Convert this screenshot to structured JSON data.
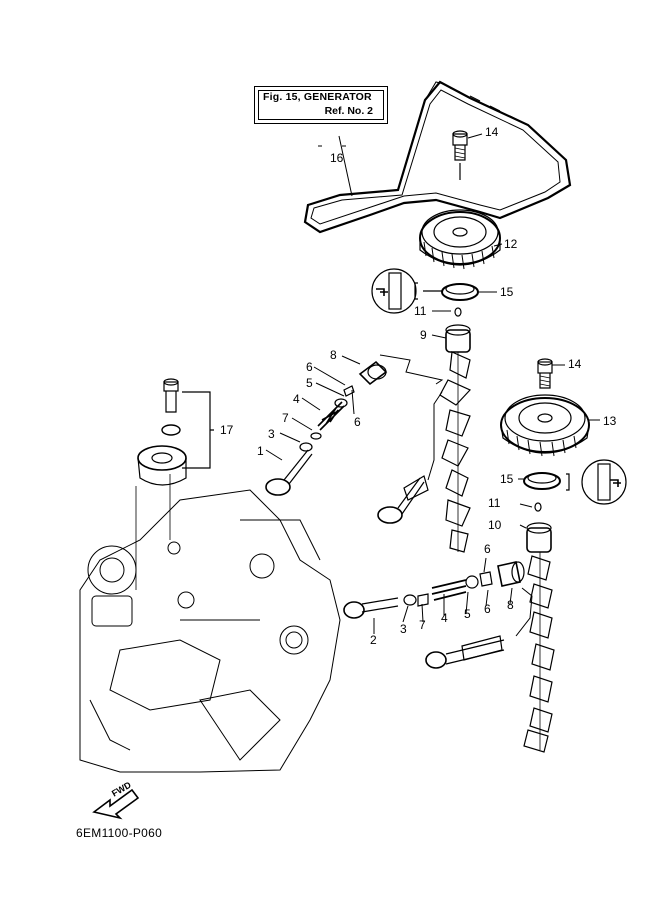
{
  "reference_box": {
    "line1": "Fig. 15, GENERATOR",
    "line2": "Ref. No. 2"
  },
  "fwd_label": "FWD",
  "diagram_code": "6EM1100-P060",
  "callouts": {
    "c1": "1",
    "c2": "2",
    "c3a": "3",
    "c3b": "3",
    "c4a": "4",
    "c4b": "4",
    "c5a": "5",
    "c5b": "5",
    "c6a": "6",
    "c6b": "6",
    "c6c": "6",
    "c6d": "6",
    "c7a": "7",
    "c7b": "7",
    "c8a": "8",
    "c8b": "8",
    "c9": "9",
    "c10": "10",
    "c11a": "11",
    "c11b": "11",
    "c12": "12",
    "c13": "13",
    "c14a": "14",
    "c14b": "14",
    "c15a": "15",
    "c15b": "15",
    "c16": "16",
    "c17": "17"
  },
  "colors": {
    "ink": "#000000",
    "paper": "#ffffff",
    "shade": "#bdbdbd"
  }
}
